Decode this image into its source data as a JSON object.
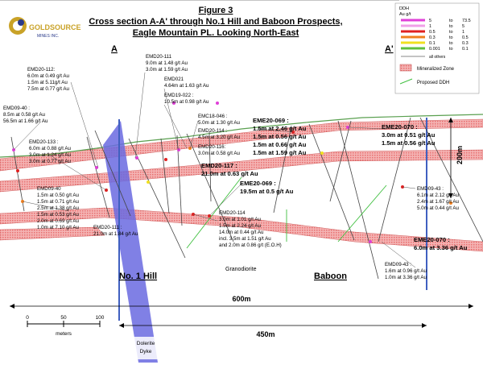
{
  "logo": {
    "name": "GOLDSOURCE",
    "sub": "MINES INC."
  },
  "title": {
    "line1": "Figure 3",
    "line2": "Cross section A-A' through No.1 Hill and Baboon Prospects,",
    "line3": "Eagle Mountain PL. Looking North-East"
  },
  "section_labels": {
    "a": "A",
    "a_prime": "A'"
  },
  "legend": {
    "title": "DDH",
    "unit": "Au g/t",
    "bins": [
      {
        "from": "5",
        "to": "to",
        "end": "73.5",
        "color": "#e040d8"
      },
      {
        "from": "1",
        "to": "to",
        "end": "5",
        "color": "#f0a0e8"
      },
      {
        "from": "0.5",
        "to": "to",
        "end": "1",
        "color": "#e02020"
      },
      {
        "from": "0.3",
        "to": "to",
        "end": "0.5",
        "color": "#f08020"
      },
      {
        "from": "0.1",
        "to": "to",
        "end": "0.3",
        "color": "#f0e020"
      },
      {
        "from": "0.001",
        "to": "to",
        "end": "0.1",
        "color": "#60c040"
      }
    ],
    "other": "all others",
    "zone_label": "Mineralized Zone",
    "proposed_label": "Proposed DDH"
  },
  "callouts": {
    "emd20_111": [
      "EMD20-111",
      "9.0m at 1.48 g/t Au",
      "3.0m at 1.59 g/t Au"
    ],
    "emd021": [
      "EMD021",
      "4.64m at 1.63 g/t Au"
    ],
    "emd19_022": [
      "EMD19-022 :",
      "10.5m at 0.98 g/t Au"
    ],
    "emd20_112": [
      "EMD20-112:",
      "6.0m at 0.49 g/t Au",
      "1.5m at 5.11g/t Au",
      "7.5m at 0.77 g/t Au"
    ],
    "emd09_40a": [
      "EMD09-40 :",
      "8.5m at 0.58 g/t Au",
      "56.5m at 1.66 g/t Au"
    ],
    "emc18_046": [
      "EMC18-046 :",
      "5.0m at 1.30 g/t Au"
    ],
    "emd20_114a": [
      "EMD20-114 :",
      "4.5m at 3.20 g/t Au"
    ],
    "emd20_116": [
      "EMD20-116:",
      "3.0m at 0.58 g/t Au"
    ],
    "emd20_133": [
      "EMD20-133 :",
      "6.0m at 0.88 g/t Au",
      "3.0m at 1.24 g/t Au",
      "3.0m at 0.77 g/t Au"
    ],
    "eme20_069a": [
      "EME20-069 :",
      "1.5m at 2.46 g/t Au",
      "1.5m at 0.56 g/t Au",
      "1.5m at 0.66 g/t Au",
      "1.5m at 1.59 g/t Au"
    ],
    "eme20_070a": [
      "EME20-070 :",
      "3.0m at 0.51 g/t Au",
      "1.5m at 0.56 g/t Au"
    ],
    "emd20_117": [
      "EMD20-117 :",
      "21.0m at 0.63 g/t Au"
    ],
    "eme20_069b": [
      "EME20-069 :",
      "19.5m at 0.5 g/t Au"
    ],
    "emd09_40b": [
      "EMD09-40",
      "1.5m at 0.50 g/t Au",
      "1.5m at 0.71 g/t Au",
      "2.5m at 1.38 g/t Au",
      "1.5m at 0.53 g/t Au",
      "2.0m at 0.69 g/t Au",
      "1.0m at 7.10 g/t Au"
    ],
    "emd20_114b": [
      "EMD20-114",
      "3.0m at 1.01 g/t Au",
      "1.5m at 2.24 g/t Au",
      "14.0m at 0.44 g/t Au",
      "incl. 3.5m at 1.51 g/t Au",
      "and 2.0m at 0.86 g/t (E.O.H)"
    ],
    "emd20_111b": [
      "EMD20-111 :",
      "21.0m at 1.84 g/t Au"
    ],
    "emd09_43a": [
      "EMD09-43 :",
      "6.1m at 2.12 g/t Au",
      "2.4m at 1.67 g/t Au",
      "5.0m at 0.44 g/t Au"
    ],
    "eme20_070b": [
      "EME20-070 :",
      "6.0m at 3.36 g/t Au"
    ],
    "emd09_43b": [
      "EMD09-43 :",
      "1.6m at 0.96 g/t Au",
      "1.0m at 3.36 g/t Au"
    ]
  },
  "labels": {
    "granodiorite": "Granodiorite",
    "no1_hill": "No. 1 Hill",
    "baboon": "Baboon",
    "dim_600": "600m",
    "dim_450": "450m",
    "dim_200": "200m",
    "dolerite": "Dolerite",
    "dyke": "Dyke"
  },
  "scale_bar": {
    "ticks": [
      "0",
      "50",
      "100"
    ],
    "unit": "meters"
  },
  "colors": {
    "zone": "#f2a0a0",
    "zone_hatch": "#e06060",
    "dyke": "#6a6ae0",
    "section_line": "#4060c0",
    "title": "#000000"
  }
}
